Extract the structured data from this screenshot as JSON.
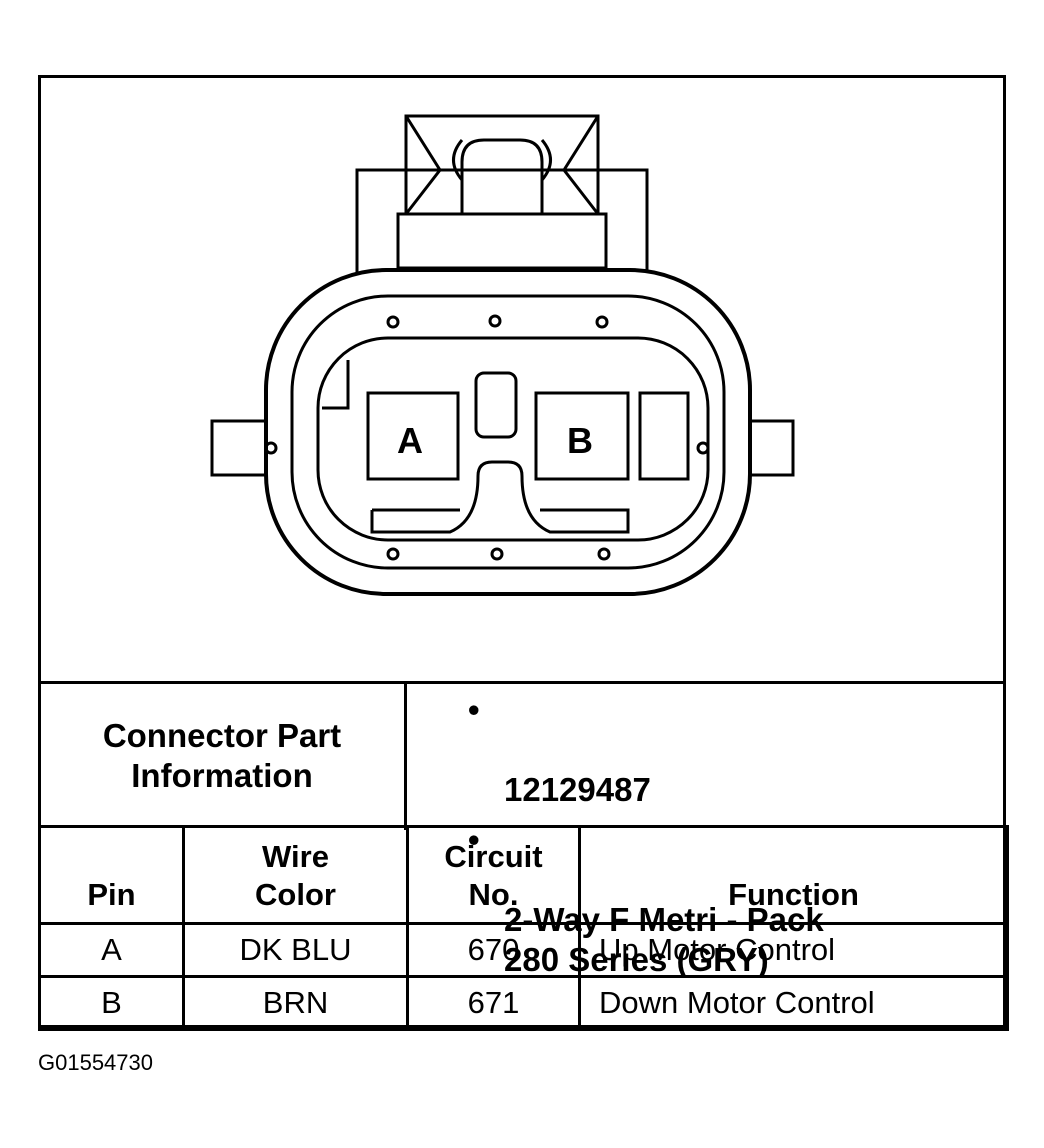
{
  "connector": {
    "pin_a_label": "A",
    "pin_b_label": "B"
  },
  "info": {
    "label": "Connector Part\nInformation",
    "bullet_symbol": "•",
    "items": [
      "12129487",
      "2-Way F Metri - Pack\n280 Series (GRY)"
    ]
  },
  "table": {
    "headers": [
      "Pin",
      "Wire\nColor",
      "Circuit\nNo.",
      "Function"
    ],
    "rows": [
      {
        "pin": "A",
        "wire_color": "DK BLU",
        "circuit": "670",
        "function": "Up Motor Control"
      },
      {
        "pin": "B",
        "wire_color": "BRN",
        "circuit": "671",
        "function": "Down Motor Control"
      }
    ]
  },
  "figure_id": "G01554730"
}
